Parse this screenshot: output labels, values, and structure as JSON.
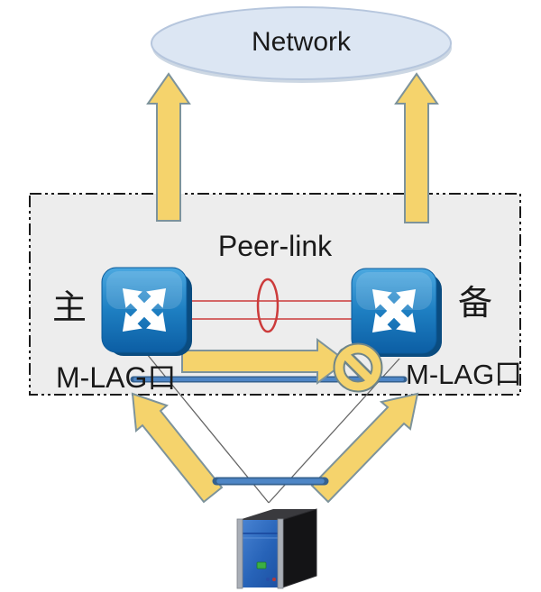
{
  "labels": {
    "network": "Network",
    "peer_link": "Peer-link",
    "master": "主",
    "backup": "备",
    "mlag_port_left": "M-LAG口",
    "mlag_port_right": "M-LAG口"
  },
  "icons": {
    "switch_left": "network-switch-icon",
    "switch_right": "network-switch-icon",
    "block": "no-entry-block-icon",
    "server": "server-tower-icon",
    "cloud": "network-cloud-ellipse"
  },
  "colors": {
    "arrow_fill": "#F5D36C",
    "arrow_stroke": "#7D939B",
    "switch_blue": "#1B7FC4",
    "peer_link_red": "#CC3B3B",
    "lag_link_blue": "#4E86C6",
    "lag_link_blue_dark": "#35618F",
    "domain_box_fill": "#EDEDED",
    "domain_box_border": "#1A1A1A",
    "network_cloud_fill": "#DCE6F3",
    "network_cloud_border": "#B6C6DD",
    "text_color": "#1A1A1A"
  }
}
